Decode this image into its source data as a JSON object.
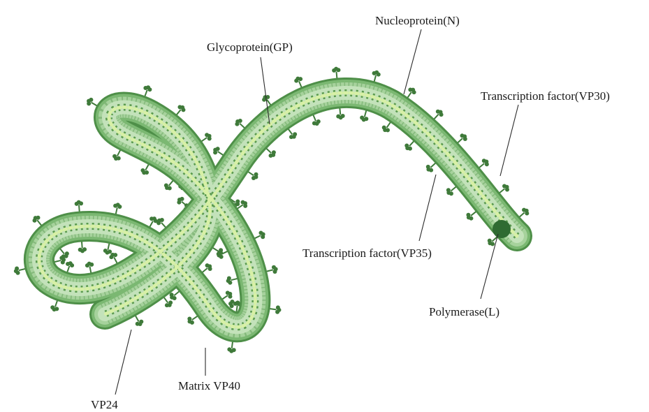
{
  "diagram": {
    "labels": {
      "nucleoprotein": "Nucleoprotein(N)",
      "glycoprotein": "Glycoprotein(GP)",
      "vp30": "Transcription factor(VP30)",
      "vp35": "Transcription factor(VP35)",
      "polymerase": "Polymerase(L)",
      "matrix": "Matrix VP40",
      "vp24": "VP24"
    },
    "colors": {
      "envelope_outer": "#4e8f48",
      "envelope_mid": "#7bb872",
      "matrix_band": "#a6d29c",
      "core": "#c3e2ba",
      "nucleocapsid_zigzag": "#5a9a4f",
      "nucleocapsid_beads": "#d7f0a6",
      "spike": "#3f7a3a",
      "polymerase": "#2f6b32"
    }
  }
}
